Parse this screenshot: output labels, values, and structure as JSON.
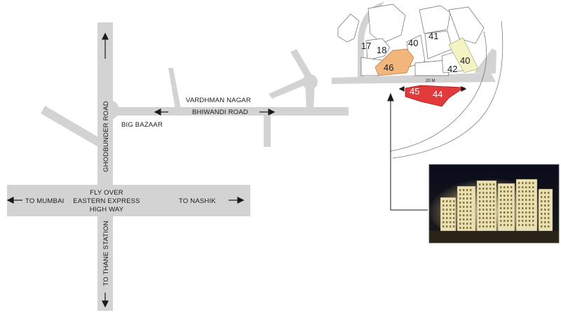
{
  "roads": {
    "ghodbunder_road": "GHODBUNDER ROAD",
    "vardhman_nagar": "VARDHMAN NAGAR",
    "bhiwandi_road": "BHIWANDI ROAD",
    "big_bazaar": "BIG BAZAAR",
    "fly_over_line1": "FLY OVER",
    "fly_over_line2": "EASTERN EXPRESS",
    "fly_over_line3": "HIGH WAY",
    "to_mumbai": "TO MUMBAI",
    "to_nashik": "TO NASHIK",
    "to_thane_station": "TO THANE STATION",
    "road_width": "20 M"
  },
  "plots": {
    "p17": "17",
    "p18": "18",
    "p40a": "40",
    "p41": "41",
    "p40b": "40",
    "p42": "42",
    "p46": "46",
    "p45": "45",
    "p44": "44"
  },
  "colors": {
    "road": "#d3d3d3",
    "highlight_plot": "#e23a3a",
    "orange_plot": "#f2b57c",
    "yellow_plot": "#f4f3c4",
    "night_sky": "#0d1020"
  },
  "icons": {
    "arrows": "arrow-icon",
    "photo": "building-photo"
  }
}
